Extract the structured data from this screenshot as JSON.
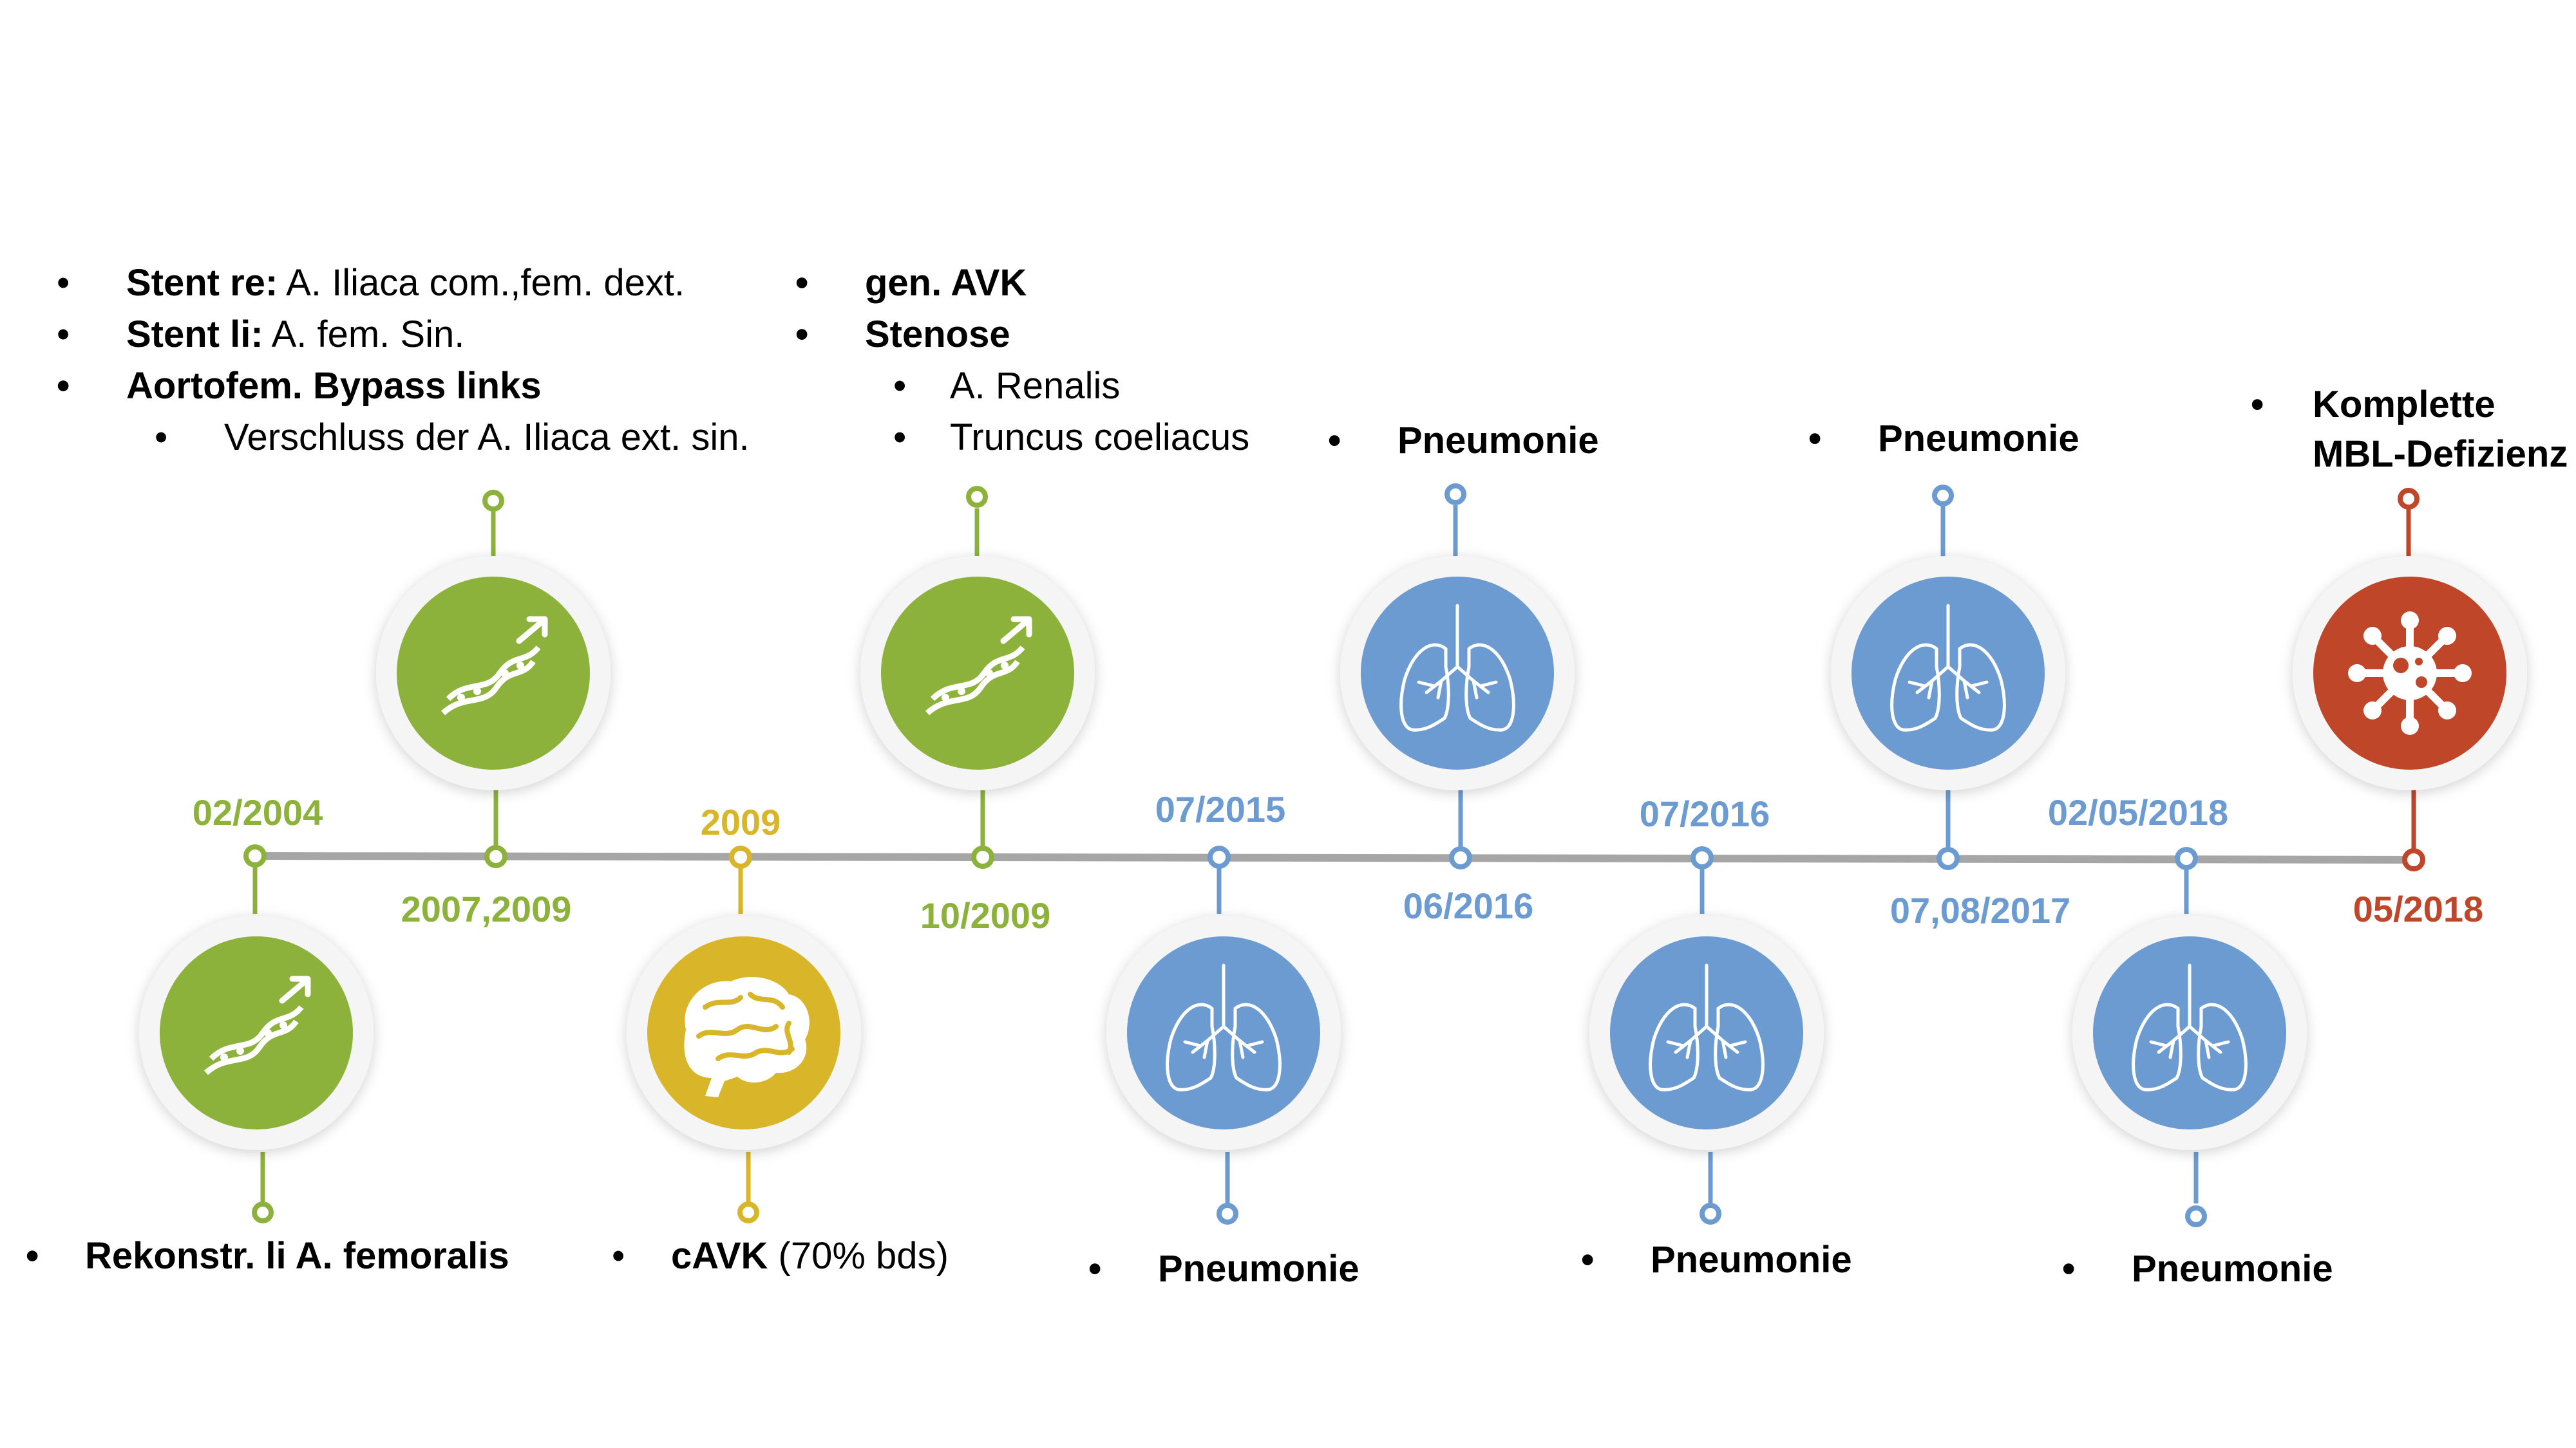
{
  "colors": {
    "green": "#8DB23B",
    "yellow": "#D9B52A",
    "blue": "#6C9BD2",
    "red": "#C0462A",
    "axis": "#A6A6A6"
  },
  "events": [
    {
      "date": "02/2004",
      "color": "green",
      "icon": "stent-icon"
    },
    {
      "date": "2007,2009",
      "color": "green",
      "icon": "stent-icon"
    },
    {
      "date": "2009",
      "color": "yellow",
      "icon": "brain-icon"
    },
    {
      "date": "10/2009",
      "color": "green",
      "icon": "stent-icon"
    },
    {
      "date": "07/2015",
      "color": "blue",
      "icon": "lungs-icon"
    },
    {
      "date": "06/2016",
      "color": "blue",
      "icon": "lungs-icon"
    },
    {
      "date": "07/2016",
      "color": "blue",
      "icon": "lungs-icon"
    },
    {
      "date": "07,08/2017",
      "color": "blue",
      "icon": "lungs-icon"
    },
    {
      "date": "02/05/2018",
      "color": "blue",
      "icon": "lungs-icon"
    },
    {
      "date": "05/2018",
      "color": "red",
      "icon": "virus-icon"
    }
  ],
  "labels": {
    "e1": {
      "b1": "Rekonstr. li A. femoralis"
    },
    "e2": {
      "b1_bold": "Stent re:",
      "b1_rest": " A. Iliaca com.,fem. dext.",
      "b2_bold": "Stent li:",
      "b2_rest": " A. fem. Sin.",
      "b3_bold": "Aortofem. Bypass links",
      "sub1": "Verschluss der A. Iliaca ext. sin."
    },
    "e3": {
      "b1_bold": "cAVK",
      "b1_rest": " (70% bds)"
    },
    "e4": {
      "b1": "gen. AVK",
      "b2": "Stenose",
      "sub1": "A. Renalis",
      "sub2": "Truncus coeliacus"
    },
    "e5": {
      "b1": "Pneumonie"
    },
    "e6": {
      "b1": "Pneumonie"
    },
    "e7": {
      "b1": "Pneumonie"
    },
    "e8": {
      "b1": "Pneumonie"
    },
    "e9": {
      "b1": "Pneumonie"
    },
    "e10": {
      "line1": "Komplette",
      "line2": "MBL-Defizienz"
    }
  }
}
